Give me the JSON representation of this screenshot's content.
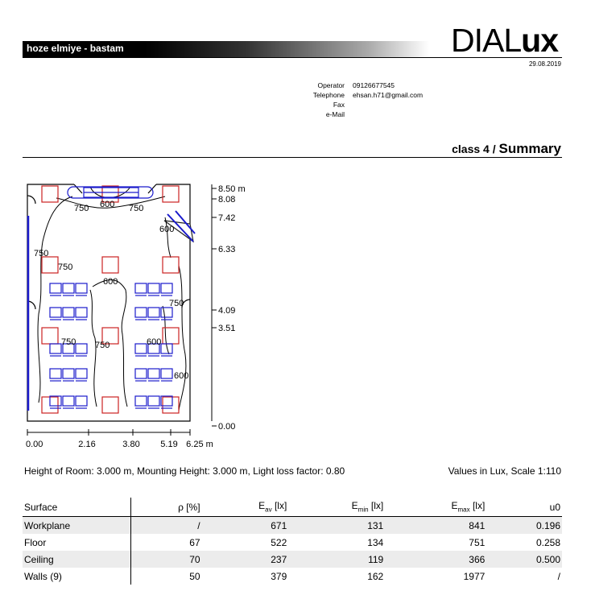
{
  "header": {
    "title": "hoze elmiye - bastam",
    "logo_light": "DIAL",
    "logo_bold": "ux",
    "date": "29.08.2019"
  },
  "contact": {
    "labels": [
      "Operator",
      "Telephone",
      "Fax",
      "e-Mail"
    ],
    "values": [
      "",
      "09126677545",
      "",
      "ehsan.h71@gmail.com"
    ]
  },
  "section": {
    "prefix": "class 4 / ",
    "title": "Summary"
  },
  "plan": {
    "y_ticks": [
      "8.50 m",
      "8.08",
      "7.42",
      "6.33",
      "4.09",
      "3.51",
      "0.00"
    ],
    "x_ticks": [
      "0.00",
      "2.16",
      "3.80",
      "5.19",
      "6.25 m"
    ],
    "isolines": [
      "750",
      "600",
      "750",
      "600",
      "750",
      "750",
      "600",
      "750",
      "750",
      "750",
      "600",
      "600"
    ],
    "colors": {
      "luminaire": "#cc2222",
      "furniture": "#1a1acc",
      "wall": "#000000"
    }
  },
  "info": {
    "left": "Height of Room: 3.000 m, Mounting Height: 3.000 m, Light loss factor: 0.80",
    "right": "Values in Lux, Scale 1:110"
  },
  "table": {
    "headers": [
      "Surface",
      "ρ [%]",
      "E",
      "E",
      "E",
      "u0"
    ],
    "header_subs": [
      "",
      "",
      "av",
      "min",
      "max",
      ""
    ],
    "header_units": [
      "",
      "",
      " [lx]",
      " [lx]",
      " [lx]",
      ""
    ],
    "rows": [
      [
        "Workplane",
        "/",
        "671",
        "131",
        "841",
        "0.196"
      ],
      [
        "Floor",
        "67",
        "522",
        "134",
        "751",
        "0.258"
      ],
      [
        "Ceiling",
        "70",
        "237",
        "119",
        "366",
        "0.500"
      ],
      [
        "Walls (9)",
        "50",
        "379",
        "162",
        "1977",
        "/"
      ]
    ]
  }
}
